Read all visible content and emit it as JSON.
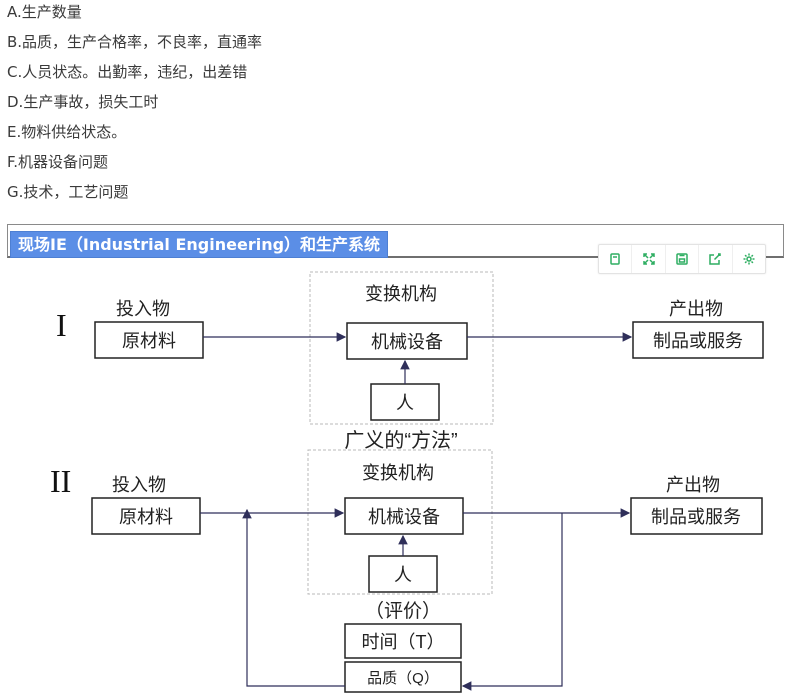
{
  "list_items": [
    "A.生产数量",
    "B.品质，生产合格率，不良率，直通率",
    "C.人员状态。出勤率，违纪，出差错",
    "D.生产事故，损失工时",
    "E.物料供给状态。",
    "F.机器设备问题",
    "G.技术，工艺问题"
  ],
  "section_title": "现场IE（Industrial Engineering）和生产系统",
  "toolbar": {
    "icons": [
      "copy-icon",
      "expand-icon",
      "save-icon",
      "share-icon",
      "settings-icon"
    ]
  },
  "diagram": {
    "part1": {
      "roman": "I",
      "input_label": "投入物",
      "input_box": "原材料",
      "transform_label": "变换机构",
      "machine_box": "机械设备",
      "person_box": "人",
      "output_label": "产出物",
      "output_box": "制品或服务"
    },
    "method_label": "广义的“方法”",
    "part2": {
      "roman": "II",
      "input_label": "投入物",
      "input_box": "原材料",
      "transform_label": "变换机构",
      "machine_box": "机械设备",
      "person_box": "人",
      "output_label": "产出物",
      "output_box": "制品或服务",
      "evaluation_label": "（评价）",
      "time_box": "时间（T）",
      "quality_box": "品质（Q）"
    },
    "colors": {
      "line": "#2f2f5a",
      "dashed": "#b8b8b8",
      "box": "#222222"
    }
  }
}
